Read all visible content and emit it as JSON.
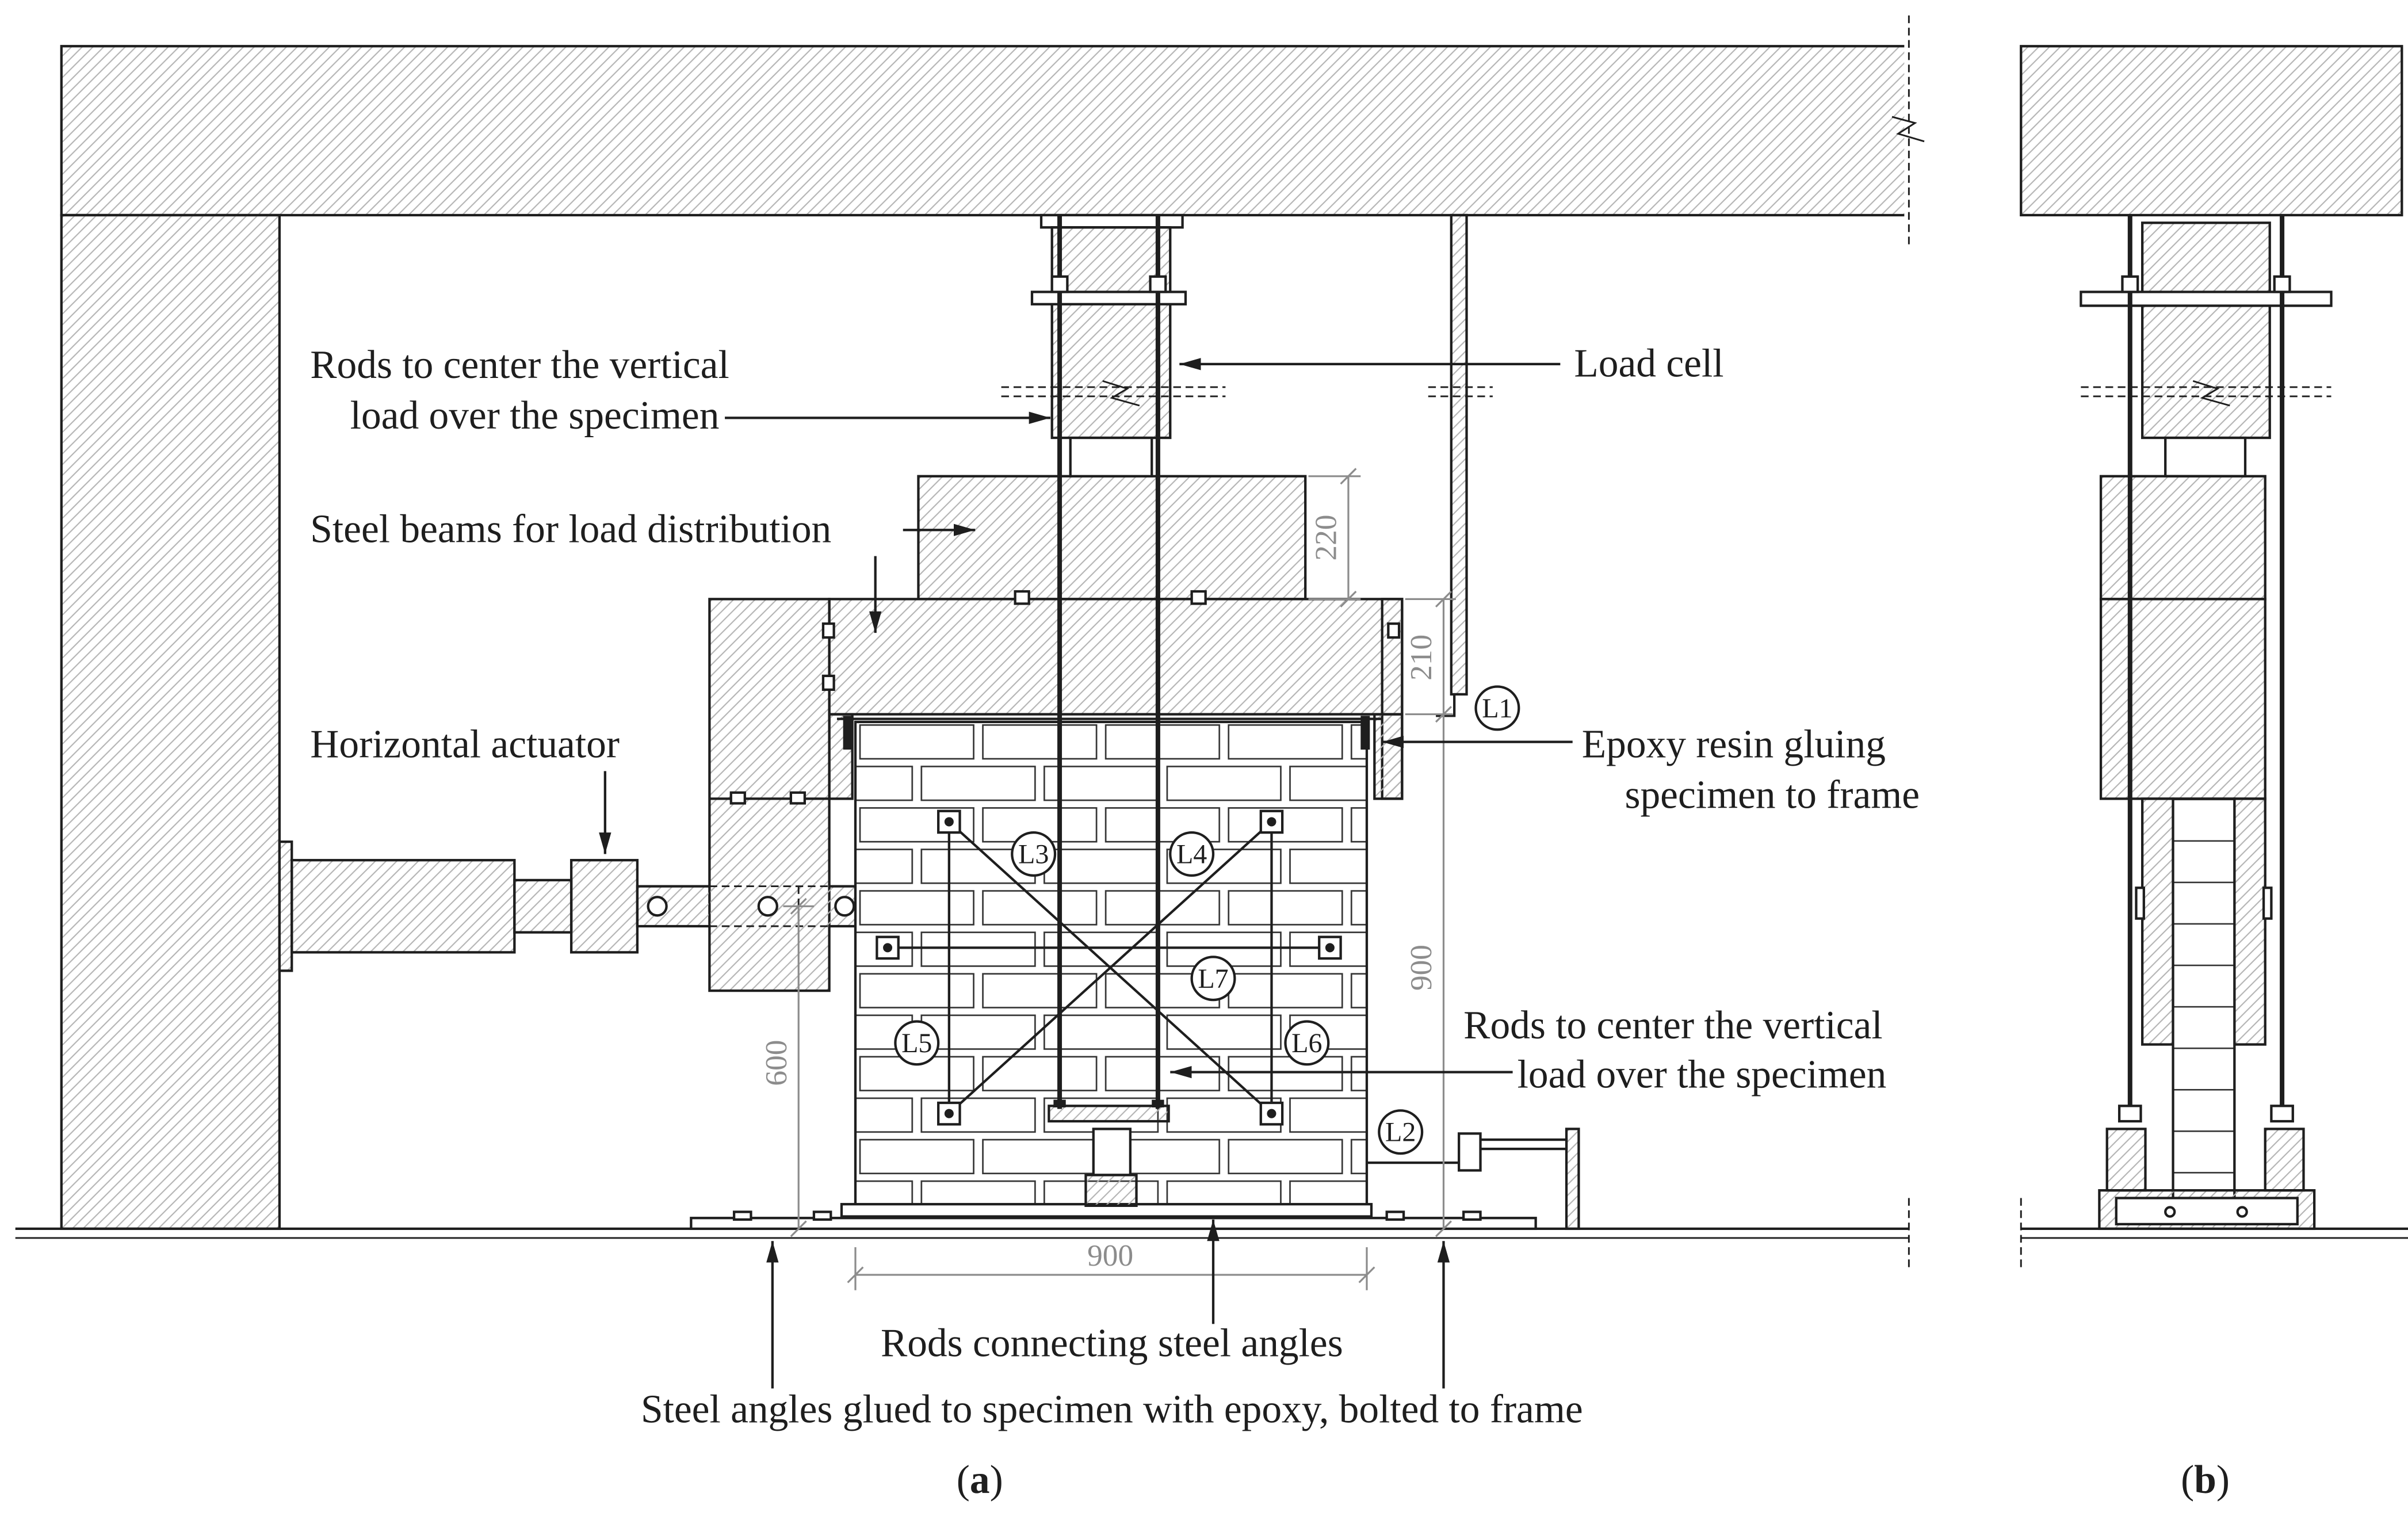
{
  "figure": {
    "labels": {
      "rods_center_upper": [
        "Rods to center the vertical",
        "load over the specimen"
      ],
      "load_cell": "Load cell",
      "steel_beams": "Steel beams for load distribution",
      "horizontal_actuator": "Horizontal actuator",
      "epoxy_resin": [
        "Epoxy resin gluing",
        "specimen to frame"
      ],
      "rods_center_lower": [
        "Rods to center the vertical",
        "load over the specimen"
      ],
      "rods_connecting": "Rods connecting steel angles",
      "steel_angles": "Steel angles glued to specimen with epoxy, bolted to frame"
    },
    "dimensions": {
      "upper_block_height": "220",
      "beam_height": "210",
      "total_height": "900",
      "actuator_height": "600",
      "specimen_width": "900"
    },
    "sensors": {
      "L1": "L1",
      "L2": "L2",
      "L3": "L3",
      "L4": "L4",
      "L5": "L5",
      "L6": "L6",
      "L7": "L7"
    },
    "captions": {
      "a": [
        "(",
        "a",
        ")"
      ],
      "b": [
        "(",
        "b",
        ")"
      ]
    }
  },
  "colors": {
    "line": "#1e1e1e",
    "hatch": "#b4b4b4",
    "dimension": "#8c8c8c",
    "background": "#ffffff"
  }
}
